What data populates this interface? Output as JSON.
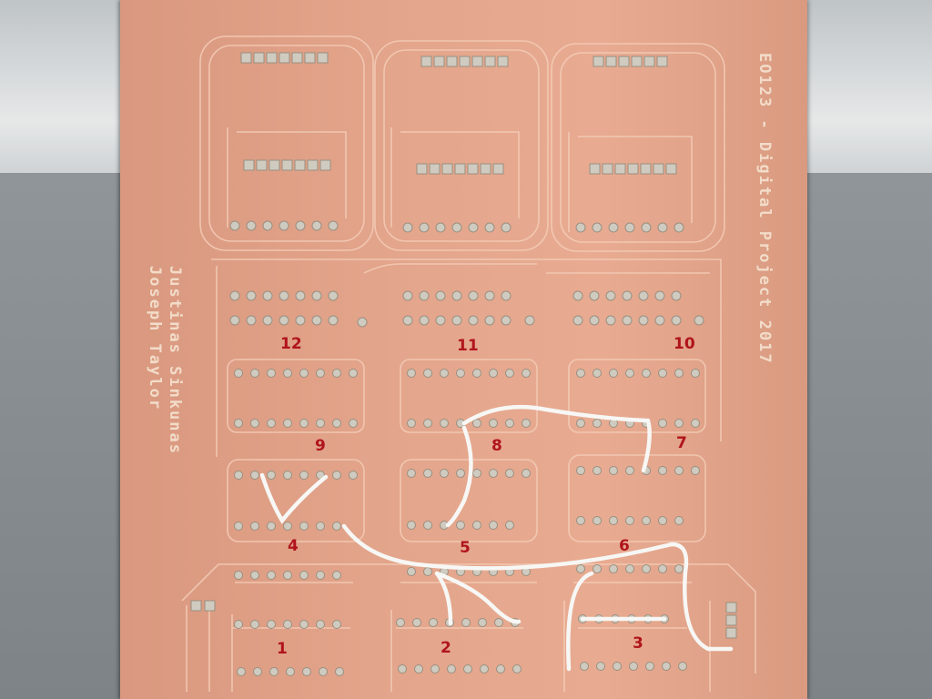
{
  "board": {
    "silkscreen_title": "EO123 - Digital Project 2017",
    "author_1": "Justinas Sinkunas",
    "author_2": "Joseph Taylor"
  },
  "labels": [
    {
      "id": "12",
      "text": "12"
    },
    {
      "id": "11",
      "text": "11"
    },
    {
      "id": "10",
      "text": "10"
    },
    {
      "id": "9",
      "text": "9"
    },
    {
      "id": "8",
      "text": "8"
    },
    {
      "id": "7",
      "text": "7"
    },
    {
      "id": "4",
      "text": "4"
    },
    {
      "id": "5",
      "text": "5"
    },
    {
      "id": "6",
      "text": "6"
    },
    {
      "id": "1",
      "text": "1"
    },
    {
      "id": "2",
      "text": "2"
    },
    {
      "id": "3",
      "text": "3"
    }
  ],
  "colors": {
    "copper": "#e3a58b",
    "trace": "#f1c8b2",
    "pad": "#c9c7bd",
    "wire": "#f7f7f5",
    "marker": "#b0141c"
  }
}
